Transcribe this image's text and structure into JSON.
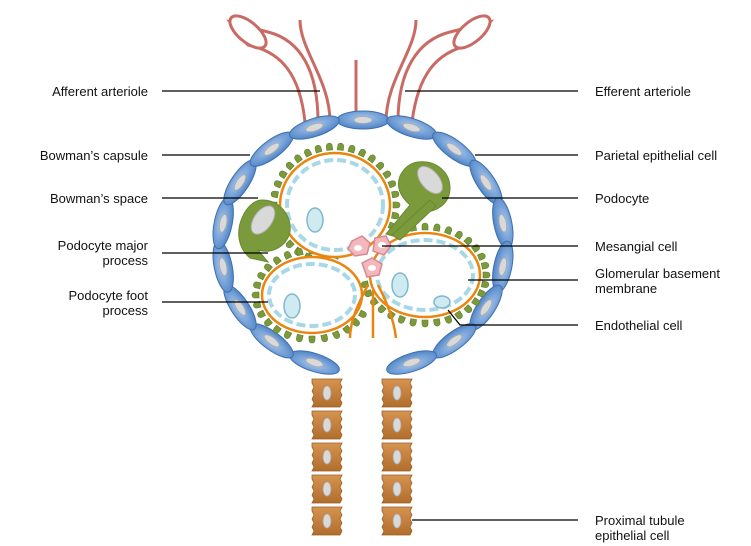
{
  "labels_left": {
    "afferent_arteriole": "Afferent arteriole",
    "bowmans_capsule": "Bowman’s capsule",
    "bowmans_space": "Bowman’s space",
    "podocyte_major_process": "Podocyte major\nprocess",
    "podocyte_foot_process": "Podocyte foot\nprocess"
  },
  "labels_right": {
    "efferent_arteriole": "Efferent arteriole",
    "parietal_epithelial_cell": "Parietal epithelial cell",
    "podocyte": "Podocyte",
    "mesangial_cell": "Mesangial cell",
    "glomerular_basement_membrane": "Glomerular basement\nmembrane",
    "endothelial_cell": "Endothelial cell",
    "proximal_tubule_epithelial_cell": "Proximal tubule\nepithelial cell"
  },
  "colors": {
    "arteriole": "#c96b64",
    "capsule_cell": "#6f9fd8",
    "capsule_cell_dark": "#3e6fae",
    "podocyte": "#7a9a3c",
    "foot_process": "#7a9a3c",
    "basement_membrane": "#e8860f",
    "endothelium": "#a8d8e6",
    "mesangial": "#e8a0a8",
    "tubule_cell": "#c4813c",
    "nucleus": "#d9d9d9"
  }
}
